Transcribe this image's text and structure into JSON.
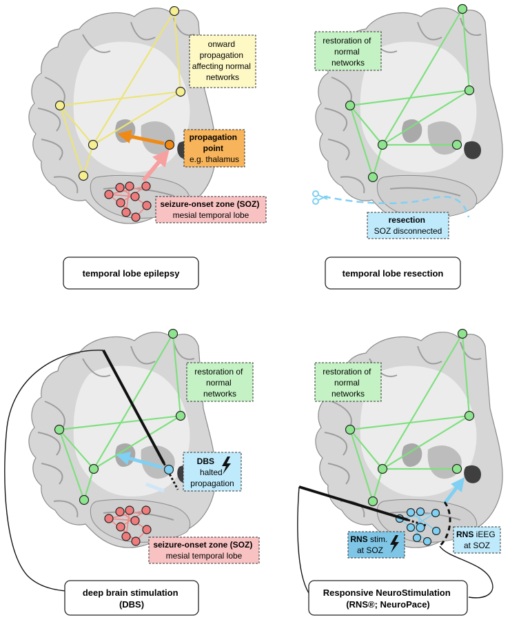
{
  "colors": {
    "yellow_net": "#ece478",
    "yellow_node": "#f6ef92",
    "green_net": "#7ee07e",
    "green_node": "#8fe48f",
    "red_net": "#f08a8a",
    "red_node": "#ee7c7c",
    "orange": "#f08a14",
    "cyan": "#7fd0f2",
    "box_yellow": "#fdf8c4",
    "box_green": "#c4f2c4",
    "box_orange": "#f7b45a",
    "box_pink": "#f9c2c2",
    "box_cyan": "#bfeafb",
    "brain_fill": "#d7d7d7"
  },
  "panels": {
    "tle": {
      "caption": "temporal lobe epilepsy",
      "box_onward": [
        "onward",
        "propagation",
        "affecting normal",
        "networks"
      ],
      "box_prop_bold": "propagation",
      "box_prop_bold2": "point",
      "box_prop_sub": "e.g. thalamus",
      "box_soz_bold": "seizure-onset zone (SOZ)",
      "box_soz_sub": "mesial temporal lobe"
    },
    "resection": {
      "caption": "temporal lobe resection",
      "box_restore": [
        "restoration of",
        "normal",
        "networks"
      ],
      "box_res_bold": "resection",
      "box_res_sub": "SOZ disconnected",
      "scissors_icon": "scissors-icon"
    },
    "dbs": {
      "caption_line1": "deep brain stimulation",
      "caption_line2": "(DBS)",
      "box_restore": [
        "restoration of",
        "normal",
        "networks"
      ],
      "box_dbs_bold": "DBS",
      "box_dbs_sub1": "halted",
      "box_dbs_sub2": "propagation",
      "box_soz_bold": "seizure-onset zone (SOZ)",
      "box_soz_sub": "mesial temporal lobe",
      "bolt_icon": "lightning-bolt-icon"
    },
    "rns": {
      "caption_line1": "Responsive NeuroStimulation",
      "caption_line2": "(RNS®; NeuroPace)",
      "box_restore": [
        "restoration of",
        "normal",
        "networks"
      ],
      "box_stim_bold": "RNS",
      "box_stim_rest": " stim.",
      "box_stim_sub": "at SOZ",
      "box_ieeg_bold": "RNS",
      "box_ieeg_rest": " iEEG",
      "box_ieeg_sub": "at SOZ",
      "bolt_icon": "lightning-bolt-icon"
    }
  }
}
